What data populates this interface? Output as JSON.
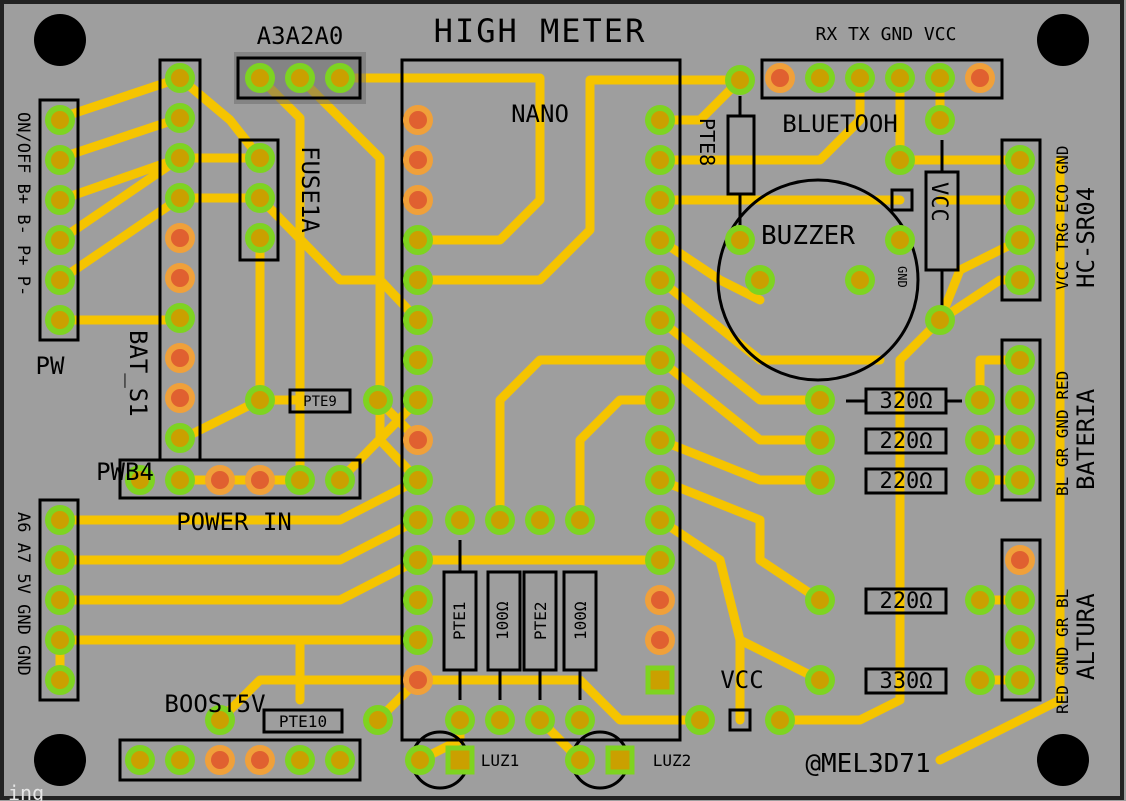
{
  "board": {
    "title": "HIGH METER",
    "author": "@MEL3D71",
    "watermark": "ing",
    "colors": {
      "board": "#9e9e9e",
      "trace": "#f5c400",
      "pad": "#7ed321",
      "pad_core": "#caa000",
      "pad_red": "#e06030",
      "ink": "#000000"
    }
  },
  "labels": {
    "a3a2a0": "A3A2A0",
    "nano": "NANO",
    "bluetooth": "BLUETOOH",
    "bt_pins": "RX TX GND VCC",
    "pte8": "PTE8",
    "buzzer": "BUZZER",
    "buzzer_gnd": "GND",
    "vcc_cap": "VCC",
    "hc_pins": "VCC TRG ECO GND",
    "hc_name": "HC-SR04",
    "fuse": "FUSE1A",
    "pw_pins": "ON/OFF B+ B- P+ P-",
    "pw": "PW",
    "bat": "BAT_S1",
    "pte9": "PTE9",
    "pwb4": "PWB4",
    "power_in": "POWER IN",
    "a6_pins": "A6 A7 5V GND GND",
    "boost": "BOOST5V",
    "pte10": "PTE10",
    "pte1": "PTE1",
    "r100a": "100Ω",
    "pte2": "PTE2",
    "r100b": "100Ω",
    "luz1": "LUZ1",
    "luz2": "LUZ2",
    "vcc": "VCC",
    "bateria": "BATERIA",
    "bateria_pins": "BL GR GND RED",
    "altura": "ALTURA",
    "altura_pins": "RED GND GR BL",
    "r1": "320Ω",
    "r2": "220Ω",
    "r3": "220Ω",
    "r4": "220Ω",
    "r5": "330Ω"
  }
}
